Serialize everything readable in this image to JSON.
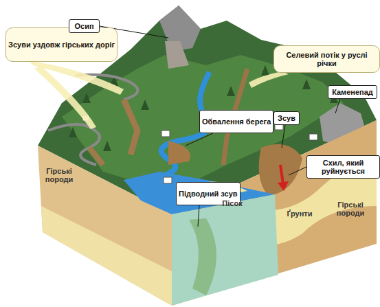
{
  "diagram": {
    "nodes": [
      {
        "text": [
          "Зсуви уздовж гірських доріг"
        ]
      },
      {
        "text": [
          "Осип"
        ]
      },
      {
        "text": [
          "Селевий потік у руслі річки"
        ]
      },
      {
        "text": [
          "Каменепад"
        ]
      },
      {
        "text": [
          "Обвалення берега"
        ]
      },
      {
        "text": [
          "Зсув"
        ]
      },
      {
        "text": [
          "Схил, який руйнується"
        ]
      },
      {
        "text": [
          "Підводний зсув"
        ]
      }
    ],
    "labels": [
      "Гірські породи",
      "Пісок",
      "Ґрунти",
      "Гірські породи"
    ]
  }
}
